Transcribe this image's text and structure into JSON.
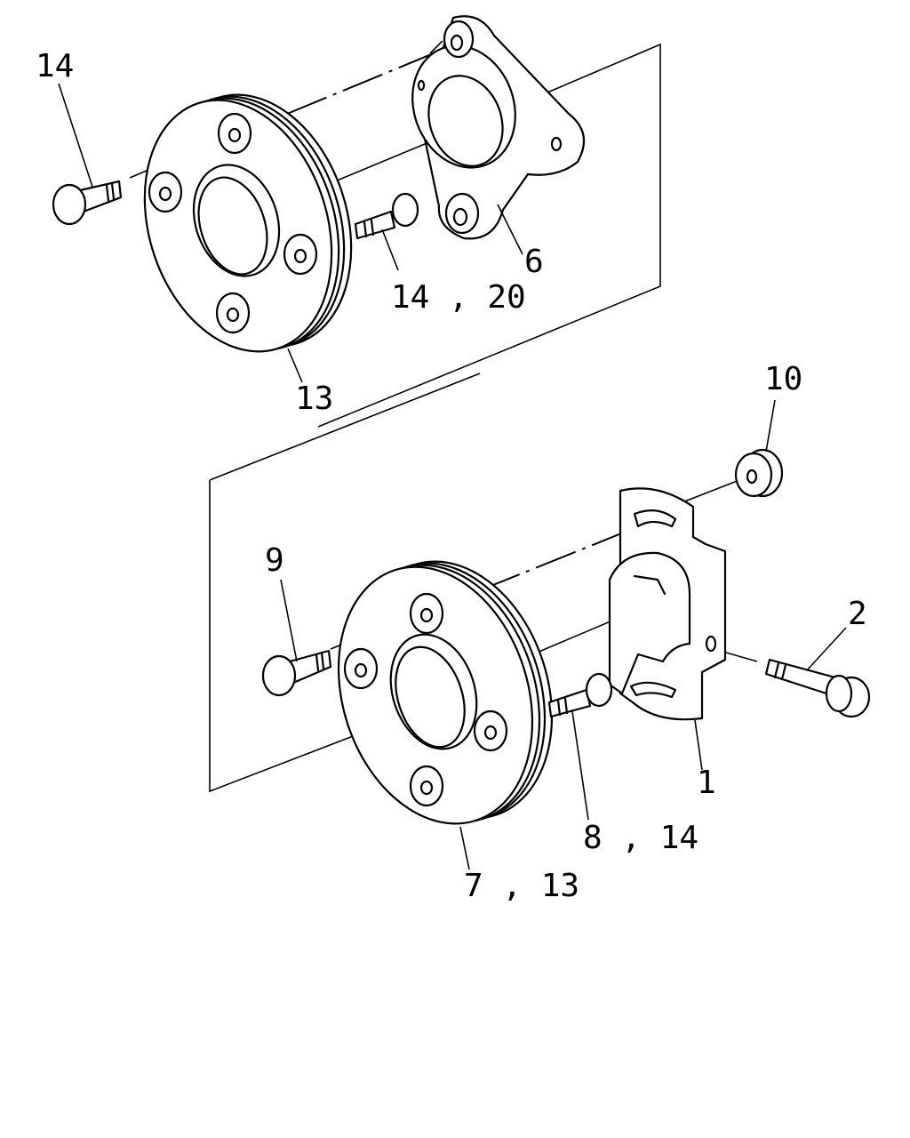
{
  "labels": {
    "top_bolt": "14",
    "top_flange_part": "6",
    "top_screw": "14 , 20",
    "top_disc": "13",
    "washer": "10",
    "bottom_bolt": "9",
    "side_bolt": "2",
    "bracket": "1",
    "bottom_screw": "8 , 14",
    "bottom_disc": "7 , 13"
  }
}
